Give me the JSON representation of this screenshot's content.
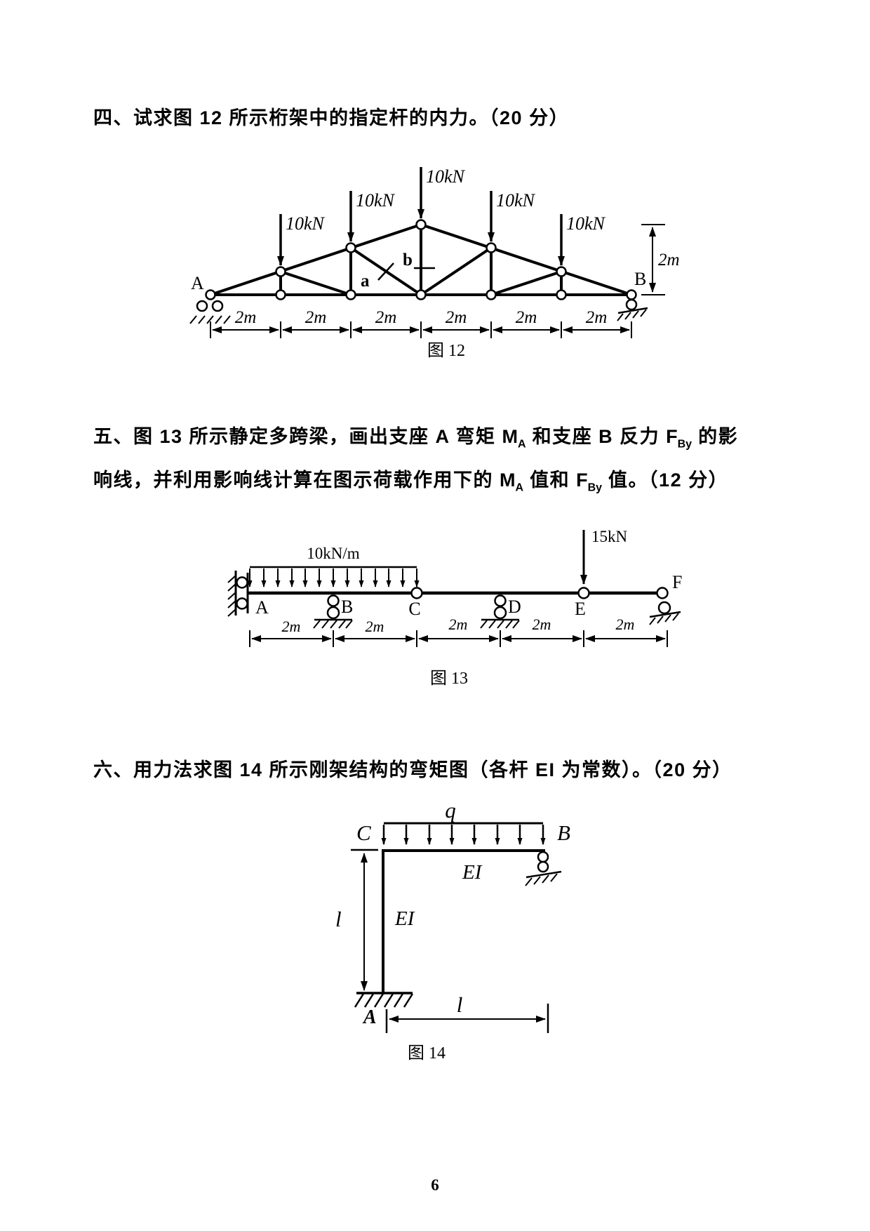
{
  "page_number": "6",
  "problem4": {
    "title": "四、试求图 12 所示桁架中的指定杆的内力。（20 分）",
    "figure12": {
      "caption": "图 12",
      "loads": [
        "10kN",
        "10kN",
        "10kN",
        "10kN",
        "10kN"
      ],
      "support_left_label": "A",
      "support_right_label": "B",
      "member_a_label": "a",
      "member_b_label": "b",
      "spans": [
        "2m",
        "2m",
        "2m",
        "2m",
        "2m",
        "2m"
      ],
      "height_label": "2m"
    }
  },
  "problem5": {
    "title_line1": {
      "pre": "五、图 13 所示静定多跨梁，画出支座 A 弯矩 ",
      "sym1": "M",
      "sym1_sub": "A",
      "mid": " 和支座 B 反力 ",
      "sym2": "F",
      "sym2_sub": "By",
      "post": " 的影"
    },
    "title_line2": {
      "pre": "响线，并利用影响线计算在图示荷载作用下的 ",
      "sym1": "M",
      "sym1_sub": "A",
      "mid": " 值和 ",
      "sym2": "F",
      "sym2_sub": "By",
      "post": " 值。（12 分）"
    },
    "figure13": {
      "caption": "图 13",
      "distributed_load": "10kN/m",
      "point_load": "15kN",
      "node_labels": [
        "A",
        "B",
        "C",
        "D",
        "E",
        "F"
      ],
      "spans": [
        "2m",
        "2m",
        "2m",
        "2m",
        "2m"
      ]
    }
  },
  "problem6": {
    "title": "六、用力法求图 14 所示刚架结构的弯矩图（各杆 EI 为常数）。（20 分）",
    "figure14": {
      "caption": "图 14",
      "load_label": "q",
      "node_top_left": "C",
      "node_top_right": "B",
      "node_bottom": "A",
      "beam_ei": "EI",
      "column_ei": "EI",
      "height_label": "l",
      "width_label": "l"
    }
  }
}
